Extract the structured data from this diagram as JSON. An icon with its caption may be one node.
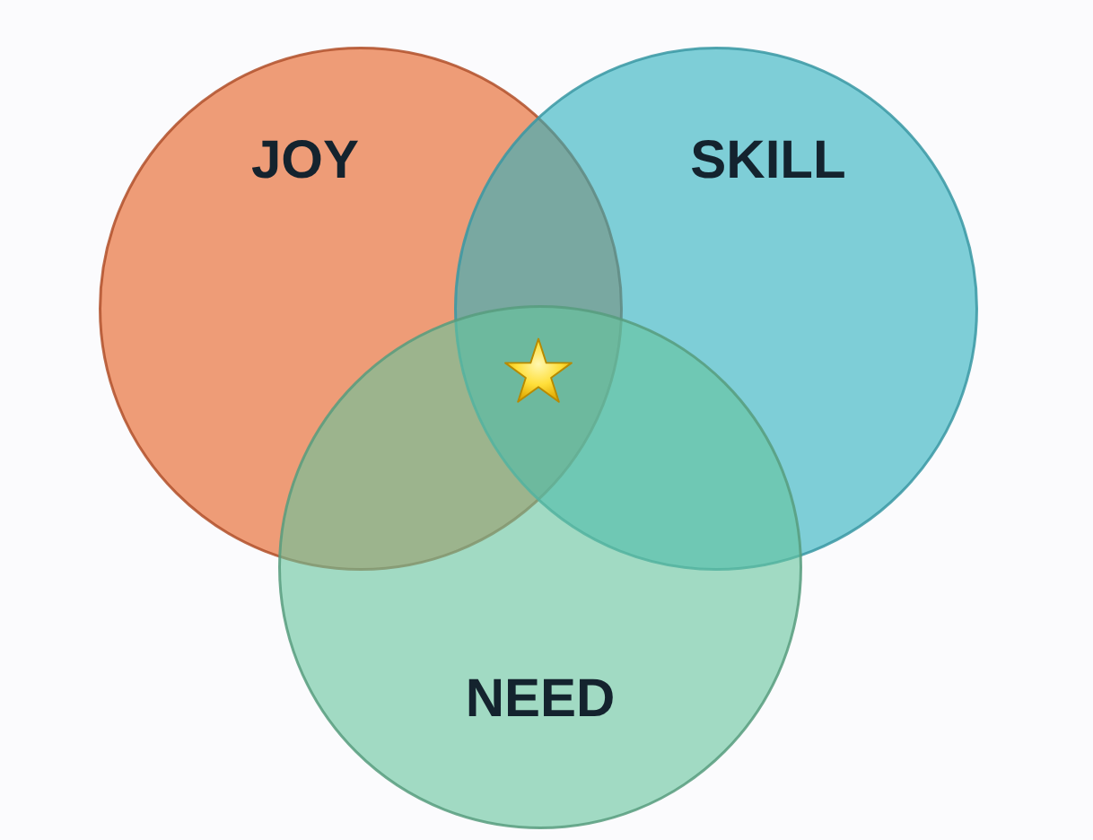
{
  "diagram": {
    "nodes": [
      {
        "text": [
          "JOY"
        ]
      },
      {
        "text": [
          "SKILL"
        ]
      },
      {
        "text": [
          "NEED"
        ]
      }
    ]
  }
}
